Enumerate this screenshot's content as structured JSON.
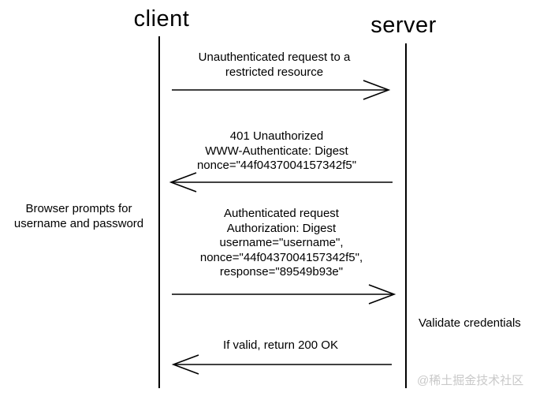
{
  "diagram": {
    "type": "sequence-diagram",
    "actors": {
      "client": {
        "label": "client"
      },
      "server": {
        "label": "server"
      }
    },
    "messages": [
      {
        "from": "client",
        "to": "server",
        "direction": "right",
        "lines": [
          "Unauthenticated request to a",
          "restricted resource"
        ]
      },
      {
        "from": "server",
        "to": "client",
        "direction": "left",
        "lines": [
          "401 Unauthorized",
          "WWW-Authenticate: Digest",
          "nonce=\"44f0437004157342f5\""
        ]
      },
      {
        "from": "client",
        "to": "server",
        "direction": "right",
        "lines": [
          "Authenticated request",
          "Authorization: Digest",
          "username=\"username\",",
          "nonce=\"44f0437004157342f5\",",
          "response=\"89549b93e\""
        ]
      },
      {
        "from": "server",
        "to": "client",
        "direction": "left",
        "lines": [
          "If valid, return 200 OK"
        ]
      }
    ],
    "notes": {
      "client_note": {
        "lines": [
          "Browser prompts for",
          "username and password"
        ]
      },
      "server_note": {
        "lines": [
          "Validate credentials"
        ]
      }
    },
    "watermark": "@稀土掘金技术社区",
    "colors": {
      "line": "#000000",
      "text": "#000000",
      "watermark": "#c9c9c9",
      "background": "#ffffff"
    }
  }
}
